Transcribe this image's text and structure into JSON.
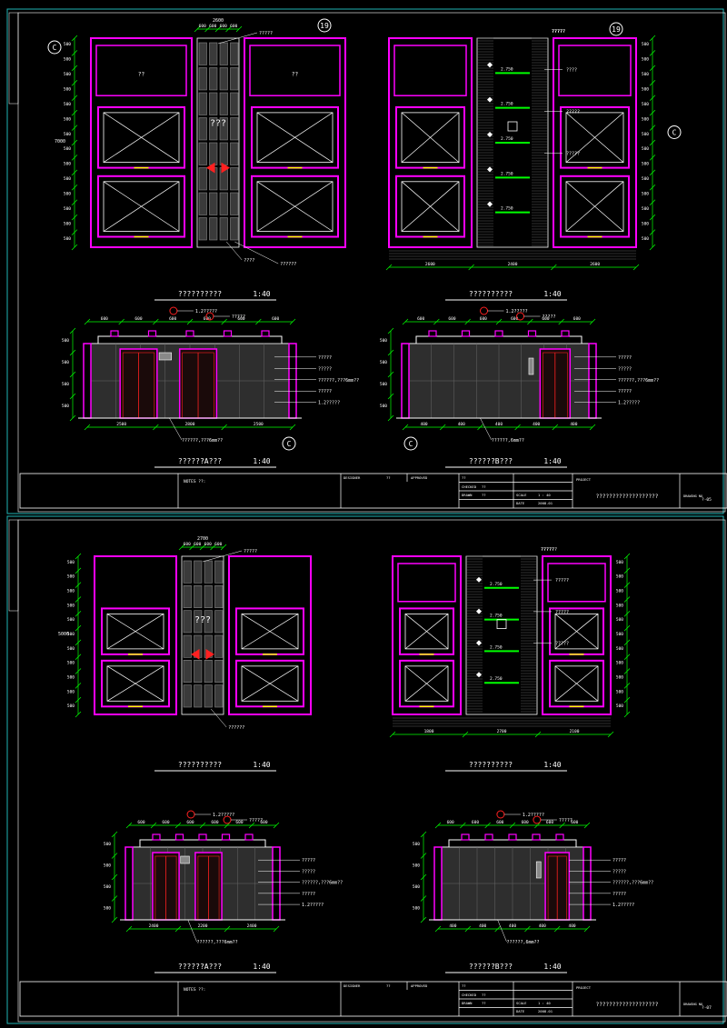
{
  "sheets": [
    {
      "plan_left": {
        "title": "??????????",
        "scale": "1:40",
        "center_label": "???",
        "callout": "??????",
        "grid_circle": "C",
        "room_labels": [
          "??",
          "??"
        ],
        "top_dim": "2600",
        "side_dim": "7000",
        "note_labels": [
          "?????",
          "????",
          "??????"
        ]
      },
      "plan_right": {
        "title": "??????????",
        "scale": "1:40",
        "grid_circle": "19",
        "grid_circle_side": "C",
        "room_labels": [
          "????",
          "?????",
          "?????"
        ],
        "bottom_dims": [
          "2600",
          "2400",
          "2600"
        ],
        "level_tags": [
          "2.750",
          "2.750",
          "2.750",
          "2.750",
          "2.750"
        ],
        "note_labels": [
          "????",
          "?????",
          "?????"
        ]
      },
      "elev_a": {
        "title": "??????A???",
        "scale": "1:40",
        "grid_circle": "C",
        "callout_labels": [
          "1.2?????",
          "?????"
        ],
        "right_notes": [
          "?????",
          "?????",
          "??????,???6mm??",
          "?????",
          "1.2?????"
        ],
        "bottom_dims": [
          "2500",
          "2800",
          "2500"
        ],
        "bottom_note": "??????,???6mm??"
      },
      "elev_b": {
        "title": "??????B???",
        "scale": "1:40",
        "grid_circle": "C",
        "callout_labels": [
          "1.2?????",
          "?????"
        ],
        "right_notes": [
          "?????",
          "?????",
          "??????,???6mm??",
          "?????",
          "1.2?????"
        ],
        "bottom_note": "??????,6mm??"
      },
      "plan_left_grid_circle": "19",
      "title_block": {
        "notes_label": "NOTES ??:",
        "rows": [
          [
            "DESIGNER",
            "??"
          ],
          [
            "APPROVED",
            "??"
          ],
          [
            "CHECKED",
            "??"
          ],
          [
            "DRAWN",
            "??"
          ]
        ],
        "scale_label": "SCALE",
        "scale_value": "1 : 40",
        "date_label": "DATE",
        "date_value": "2008.01",
        "project_label": "PROJECT",
        "drawing_title": "???????????????????",
        "sheet_no": "?-05",
        "drawing_no_label": "DRAWING NO"
      }
    },
    {
      "plan_left": {
        "title": "??????????",
        "scale": "1:40",
        "center_label": "???",
        "top_dim": "2700",
        "side_dim": "5000",
        "note_labels": [
          "?????",
          "??????"
        ]
      },
      "plan_right": {
        "title": "??????????",
        "scale": "1:40",
        "room_labels": [
          "?????",
          "?????",
          "?????"
        ],
        "bottom_dims": [
          "1800",
          "2700",
          "2100"
        ],
        "level_tags": [
          "2.750",
          "2.750",
          "2.750",
          "2.750"
        ],
        "note_labels": [
          "?????",
          "??????"
        ]
      },
      "elev_a": {
        "title": "??????A???",
        "scale": "1:40",
        "callout_labels": [
          "1.2?????",
          "?????"
        ],
        "right_notes": [
          "?????",
          "?????",
          "??????,???6mm??",
          "?????",
          "1.2?????"
        ],
        "bottom_dims": [
          "2400",
          "2200",
          "2400"
        ],
        "bottom_note": "??????,???6mm??"
      },
      "elev_b": {
        "title": "??????B???",
        "scale": "1:40",
        "callout_labels": [
          "1.2?????",
          "?????"
        ],
        "right_notes": [
          "?????",
          "?????",
          "??????,???6mm??",
          "?????",
          "1.2?????"
        ],
        "bottom_note": "??????,6mm??"
      },
      "title_block": {
        "notes_label": "NOTES ??:",
        "rows": [
          [
            "DESIGNER",
            "??"
          ],
          [
            "APPROVED",
            "??"
          ],
          [
            "CHECKED",
            "??"
          ],
          [
            "DRAWN",
            "??"
          ]
        ],
        "scale_label": "SCALE",
        "scale_value": "1 : 40",
        "date_label": "DATE",
        "date_value": "2008.01",
        "project_label": "PROJECT",
        "drawing_title": "???????????????????",
        "sheet_no": "?-07",
        "drawing_no_label": "DRAWING NO"
      }
    }
  ],
  "colors": {
    "frame": "#1fb5b5",
    "magenta": "#ff00ff",
    "green": "#00ff00",
    "white": "#ffffff",
    "yellow": "#ffff00",
    "red": "#ff2020",
    "panel": "#2a2a2a"
  }
}
